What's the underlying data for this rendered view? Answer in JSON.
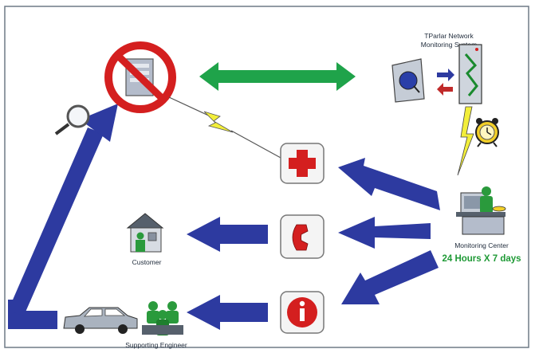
{
  "monitoring_system": {
    "label_line1": "TParlar Network",
    "label_line2": "Monitoring System"
  },
  "monitoring_center": {
    "label": "Monitoring Center",
    "hours": "24 Hours X 7 days"
  },
  "customer": {
    "label": "Customer"
  },
  "engineer": {
    "label": "Supporting Engineer"
  },
  "colors": {
    "arrow_blue": "#2d3aa0",
    "arrow_green": "#1fa34a",
    "forbidden_red": "#d41f1f",
    "lightning": "#f2ee3a",
    "frame": "#6f7a86"
  },
  "icons": [
    "forbidden-server-icon",
    "bidirectional-arrow-icon",
    "network-monitor-icon",
    "alarm-clock-icon",
    "lightning-icon",
    "first-aid-icon",
    "phone-icon",
    "info-icon",
    "magnifier-icon",
    "customer-house-icon",
    "car-icon",
    "support-team-icon",
    "operator-workstation-icon"
  ]
}
